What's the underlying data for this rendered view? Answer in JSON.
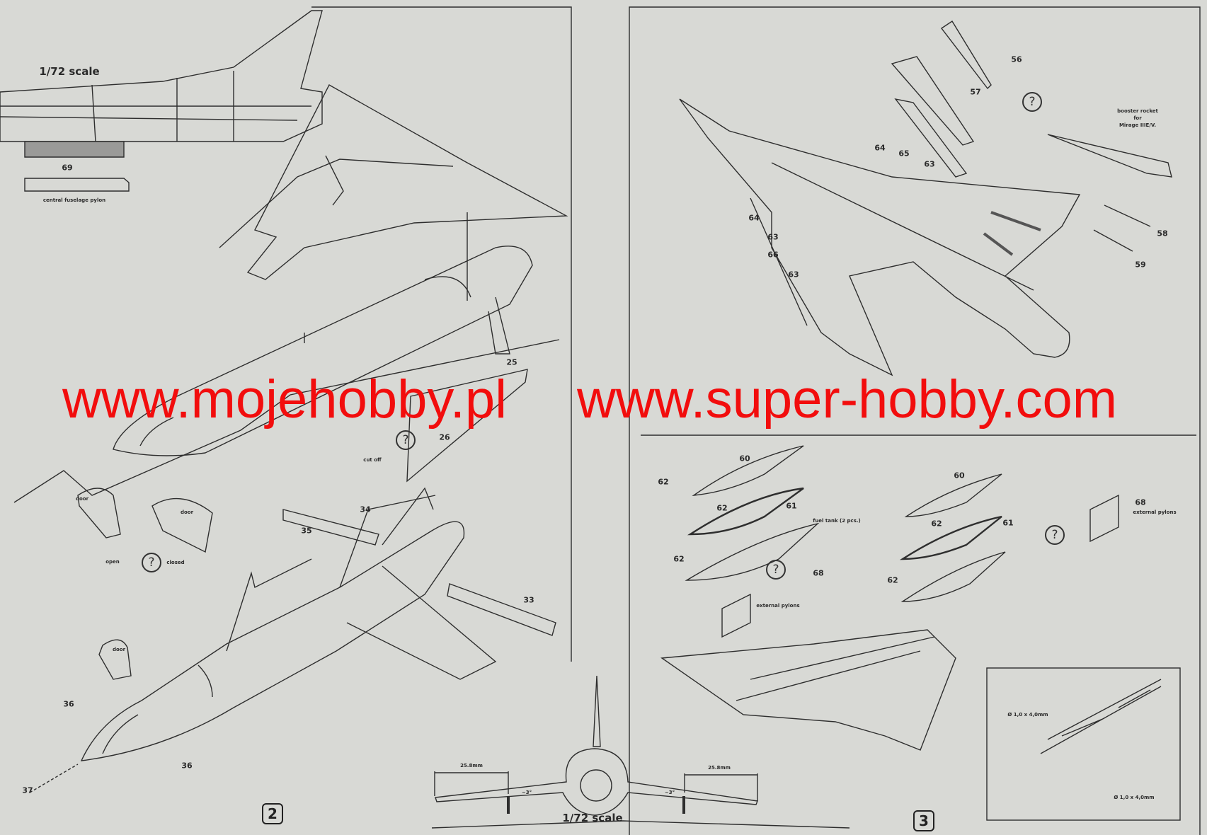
{
  "page_left": {
    "scale_label_top": "1/72 scale",
    "part_69": "69",
    "central_pylon_label": "central fuselage pylon",
    "cut_off": "cut off",
    "part_25": "25",
    "part_26": "26",
    "part_34": "34",
    "part_35": "35",
    "part_33": "33",
    "door_labels": [
      "door",
      "door",
      "door"
    ],
    "open_label": "open",
    "closed_label": "closed",
    "question": "?",
    "part_36a": "36",
    "part_36b": "36",
    "part_37": "37",
    "dimension_left": "25.8mm",
    "dimension_right": "25.8mm",
    "angle_left": "~3°",
    "angle_right": "~3°",
    "scale_label_bottom": "1/72 scale",
    "step_number": "2"
  },
  "page_right": {
    "part_56": "56",
    "part_57": "57",
    "question_top": "?",
    "booster_label": [
      "booster rocket",
      "for",
      "Mirage IIIE/V."
    ],
    "part_64a": "64",
    "part_65": "65",
    "part_63a": "63",
    "part_64b": "64",
    "part_63b": "63",
    "part_66": "66",
    "part_63c": "63",
    "part_58": "58",
    "part_59": "59",
    "tank_left": {
      "p60": "60",
      "p62a": "62",
      "p62b": "62",
      "p61": "61",
      "p62c": "62",
      "question": "?",
      "p68": "68",
      "pylons": "external pylons"
    },
    "fuel_tank_label": "fuel tank (2 pcs.)",
    "tank_right": {
      "p60": "60",
      "p62a": "62",
      "p61": "61",
      "p62c": "62",
      "question": "?",
      "p68": "68",
      "pylons": "external pylons"
    },
    "inset_label_top": "Ø 1,0 x 4,0mm",
    "inset_label_bottom": "Ø 1,0 x 4,0mm",
    "step_number": "3"
  },
  "watermark": {
    "left": "www.mojehobby.pl",
    "right": "www.super-hobby.com",
    "color": "#f20d0d"
  }
}
